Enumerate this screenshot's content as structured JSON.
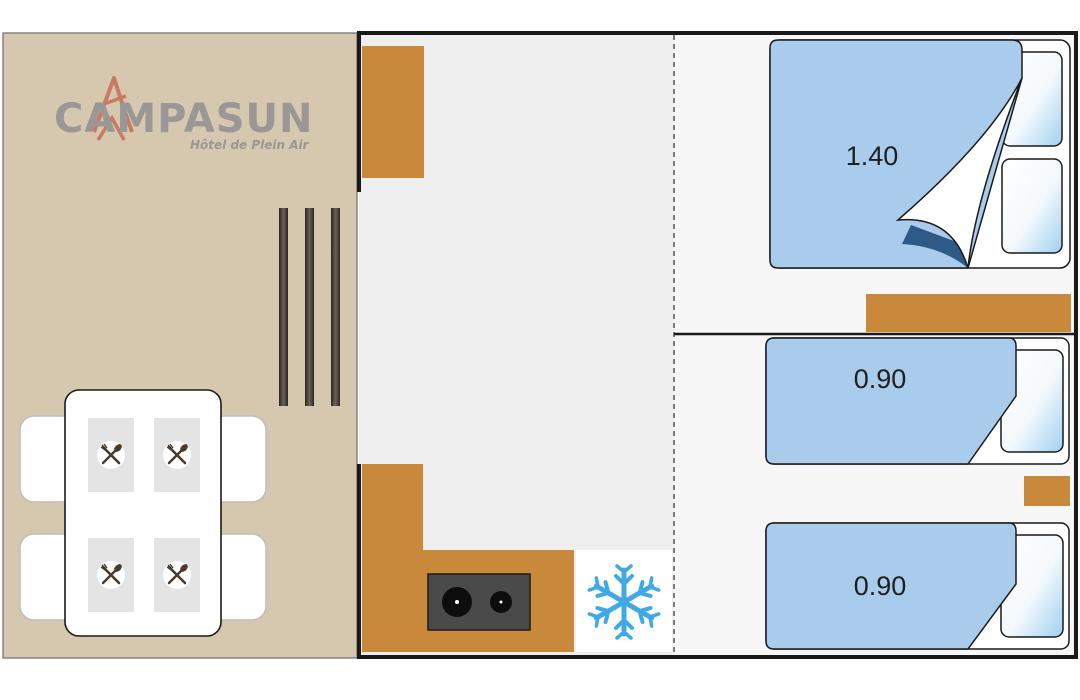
{
  "logo": {
    "name": "CAMPASUN",
    "subtitle": "Hôtel de Plein Air"
  },
  "beds": {
    "double": "1.40",
    "single_top": "0.90",
    "single_bottom": "0.90"
  },
  "colors": {
    "terrace": "#d6c7af",
    "floor": "#efefef",
    "furniture": "#c8893a",
    "bed": "#a9cbec",
    "wall": "#1a1a1a",
    "freezer_icon": "#3fa9e6"
  },
  "icons": [
    "cutlery-icon",
    "snowflake-icon",
    "cooktop",
    "logo-figure-icon"
  ]
}
